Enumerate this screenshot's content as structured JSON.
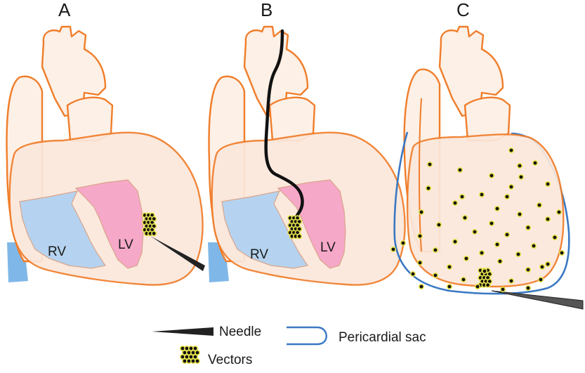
{
  "panels": [
    {
      "id": "A",
      "label": "A",
      "rv_label": "RV",
      "lv_label": "LV"
    },
    {
      "id": "B",
      "label": "B",
      "rv_label": "RV",
      "lv_label": "LV"
    },
    {
      "id": "C",
      "label": "C"
    }
  ],
  "legend": {
    "needle": "Needle",
    "pericardial_sac": "Pericardial sac",
    "vectors": "Vectors"
  },
  "colors": {
    "heart_outline": "#f07d2a",
    "heart_fill": "#fbe8dc",
    "rv_fill": "#b5d3f0",
    "lv_fill": "#f6a8c8",
    "pericardial_sac": "#3a78c2",
    "vector_fill": "#111111",
    "vector_ring": "#e8e34a",
    "needle": "#222222"
  }
}
